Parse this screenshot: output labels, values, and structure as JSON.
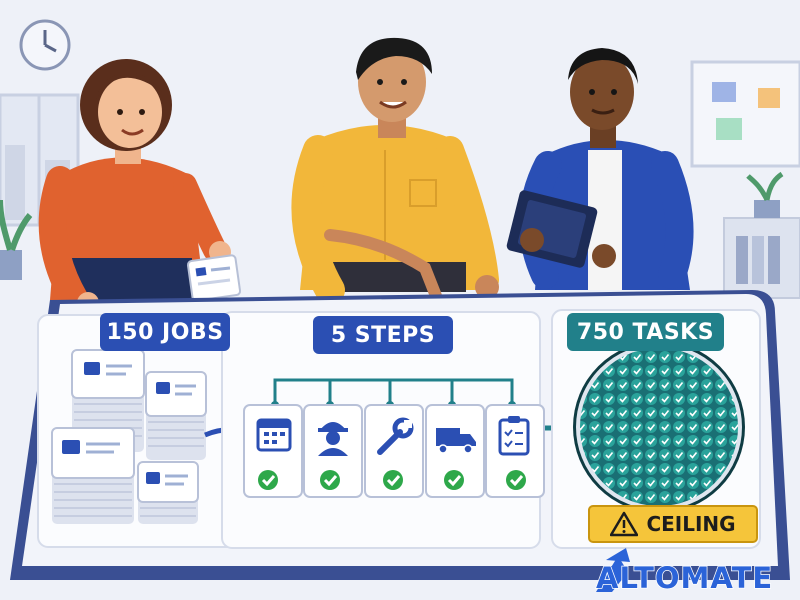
{
  "panels": {
    "jobs": {
      "label": "150 JOBS"
    },
    "steps": {
      "label": "5 STEPS"
    },
    "tasks": {
      "label": "750 TASKS"
    }
  },
  "ceiling": {
    "label": "CEILING",
    "icon": "warning-icon"
  },
  "steps": [
    {
      "icon": "calendar-icon",
      "status": "check-icon"
    },
    {
      "icon": "worker-icon",
      "status": "check-icon"
    },
    {
      "icon": "wrench-icon",
      "status": "check-icon"
    },
    {
      "icon": "truck-icon",
      "status": "check-icon"
    },
    {
      "icon": "clipboard-icon",
      "status": "check-icon"
    }
  ],
  "logo": {
    "text": "ALTOMATE"
  },
  "colors": {
    "background": "#eef1f8",
    "board": "#3a4f93",
    "blue_accent": "#2b4fb3",
    "teal_accent": "#21808a",
    "check_green": "#2ea84a",
    "warning_yellow": "#f5c53a"
  }
}
